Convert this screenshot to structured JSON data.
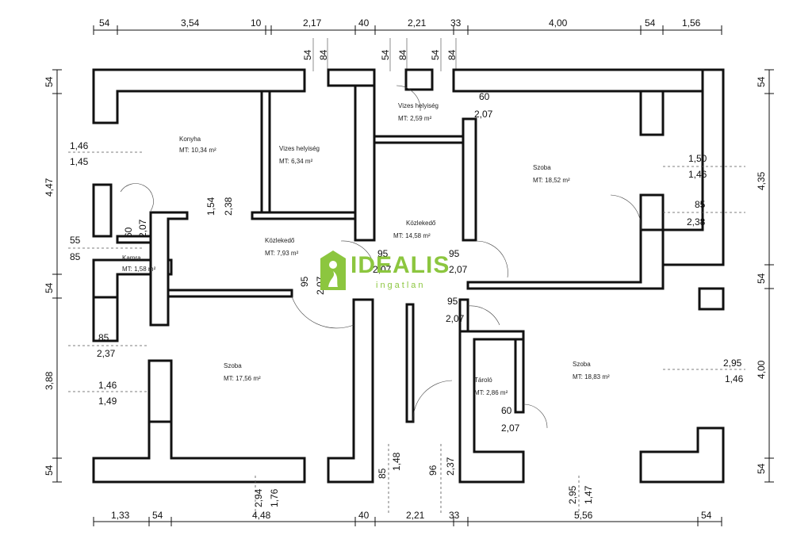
{
  "dims_top": [
    "54",
    "3,54",
    "10",
    "2,17",
    "40",
    "2,21",
    "33",
    "4,00",
    "54",
    "1,56"
  ],
  "dims_bottom": [
    "1,33",
    "54",
    "4,48",
    "40",
    "2,21",
    "33",
    "5,56",
    "54"
  ],
  "dims_left": [
    "54",
    "4,47",
    "54",
    "3,88",
    "54"
  ],
  "dims_right": [
    "54",
    "4,35",
    "54",
    "4,00",
    "54"
  ],
  "top_wall_marks": [
    "54",
    "84",
    "54",
    "84",
    "54",
    "84"
  ],
  "openings": {
    "kitchen_window": [
      "1,46",
      "1,45"
    ],
    "pantry": [
      "55",
      "85"
    ],
    "pantry_door": [
      "60",
      "2,07"
    ],
    "kitchen_door": [
      "1,54",
      "2,38"
    ],
    "hall_door_left": [
      "95",
      "2,07"
    ],
    "hall_door_center": [
      "95",
      "2,07"
    ],
    "hall_door_right": [
      "95",
      "2,07"
    ],
    "hall_door_top": [
      "95",
      "2,07"
    ],
    "room1_window_a": [
      "85",
      "2,37"
    ],
    "room1_window_b": [
      "1,46",
      "1,49"
    ],
    "bath_door": [
      "60",
      "2,07"
    ],
    "room_ne_window": [
      "1,50",
      "1,46"
    ],
    "room_ne_door": [
      "85",
      "2,38"
    ],
    "room_se_window": [
      "2,95",
      "1,46"
    ],
    "closet_door": [
      "60",
      "2,07"
    ],
    "entry": [
      "85",
      "1,48"
    ],
    "entry_b": [
      "96",
      "2,37"
    ],
    "bottom_window_left": [
      "2,94",
      "1,76"
    ],
    "bottom_window_right": [
      "2,95",
      "1,47"
    ]
  },
  "rooms": {
    "kitchen": {
      "name": "Konyha",
      "area": "MT: 10,34 m²"
    },
    "wet": {
      "name": "Vizes helyiség",
      "area": "MT: 6,34 m²"
    },
    "wc": {
      "name": "Vizes helyiség",
      "area": "MT: 2,59 m²"
    },
    "pantry": {
      "name": "Kamra",
      "area": "MT: 1,58 m²"
    },
    "hall_left": {
      "name": "Közlekedő",
      "area": "MT: 7,93 m²"
    },
    "hall_center": {
      "name": "Közlekedő",
      "area": "MT: 14,58 m²"
    },
    "room_ne": {
      "name": "Szoba",
      "area": "MT: 18,52 m²"
    },
    "room_sw": {
      "name": "Szoba",
      "area": "MT: 17,56 m²"
    },
    "room_se": {
      "name": "Szoba",
      "area": "MT: 18,83 m²"
    },
    "closet": {
      "name": "Tároló",
      "area": "MT: 2,86 m²"
    }
  },
  "logo": {
    "word": "IDEALIS",
    "sub": "ingatlan",
    "color": "#8cc63f"
  }
}
